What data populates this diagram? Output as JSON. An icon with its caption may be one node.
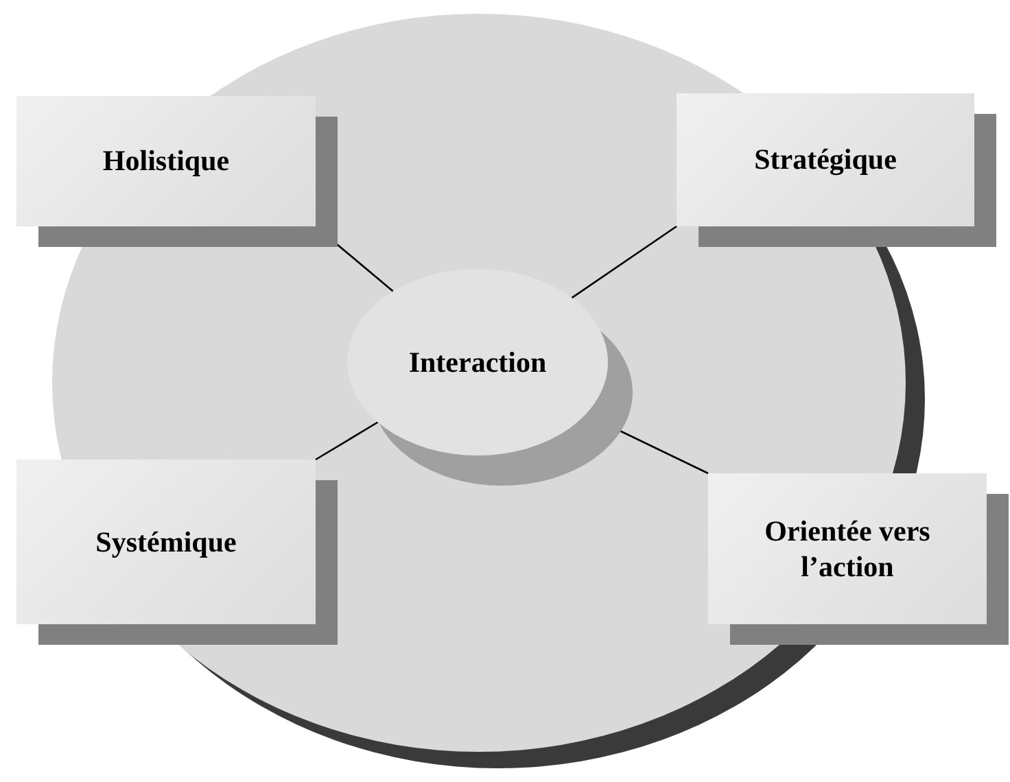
{
  "diagram": {
    "nodes": [
      {
        "text": [
          "Holistique"
        ]
      },
      {
        "text": [
          "Stratégique"
        ]
      },
      {
        "text": [
          "Interaction"
        ]
      },
      {
        "text": [
          "Systémique"
        ]
      },
      {
        "text": [
          "Orientée vers l’action"
        ]
      }
    ],
    "edges": [
      {
        "from": 0,
        "to": 2,
        "arrow": "none"
      },
      {
        "from": 1,
        "to": 2,
        "arrow": "none"
      },
      {
        "from": 3,
        "to": 2,
        "arrow": "none"
      },
      {
        "from": 4,
        "to": 2,
        "arrow": "none"
      }
    ]
  }
}
